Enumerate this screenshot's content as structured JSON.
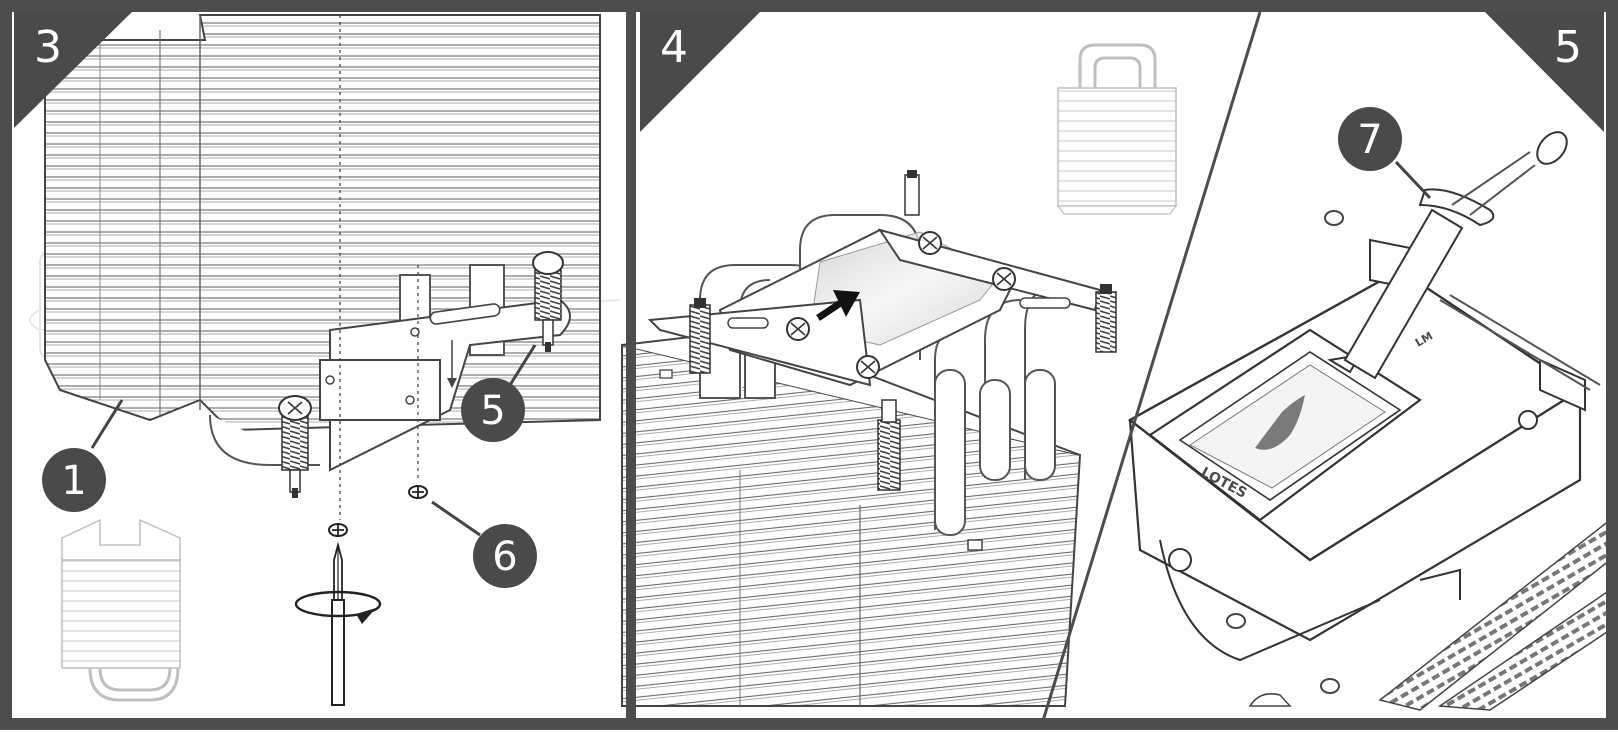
{
  "steps": [
    {
      "number": "3"
    },
    {
      "number": "4"
    },
    {
      "number": "5"
    }
  ],
  "callouts": {
    "cooler": "1",
    "mounting_bar": "5",
    "screw": "6",
    "thermal_paste": "7"
  },
  "socket_stamp": "LOTES",
  "socket_lever_stamp": "LM",
  "colors": {
    "frame": "#4d4d4d",
    "badge": "#4a4a4a",
    "line": "#555555",
    "thermal_paste": "#7a7a7a",
    "ghost": "#cfcfcf",
    "protective_film": "#d9d9d9"
  },
  "icons": [
    "rotate-clockwise-arrow-icon",
    "push-arrow-icon",
    "screwdriver-icon",
    "thermal-paste-drop-icon"
  ]
}
